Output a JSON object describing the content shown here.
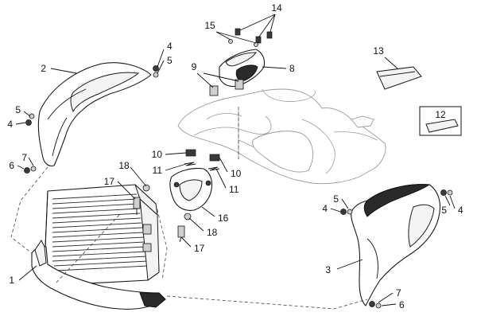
{
  "callouts": {
    "c1": "1",
    "c2": "2",
    "c3": "3",
    "c4a": "4",
    "c4b": "4",
    "c4c": "4",
    "c4d": "4",
    "c5a": "5",
    "c5b": "5",
    "c5c": "5",
    "c5d": "5",
    "c6a": "6",
    "c6b": "6",
    "c7a": "7",
    "c7b": "7",
    "c8": "8",
    "c9": "9",
    "c10a": "10",
    "c10b": "10",
    "c11a": "11",
    "c11b": "11",
    "c12": "12",
    "c13": "13",
    "c14": "14",
    "c15": "15",
    "c16": "16",
    "c17a": "17",
    "c17b": "17",
    "c18a": "18",
    "c18b": "18"
  }
}
